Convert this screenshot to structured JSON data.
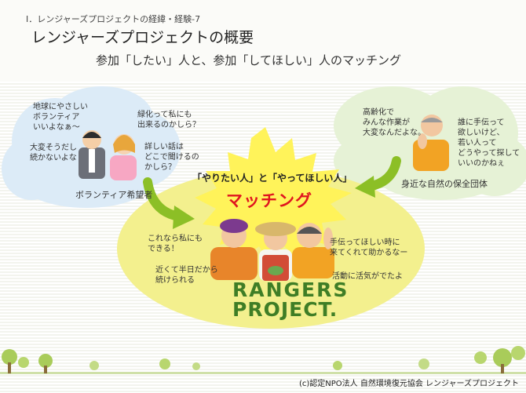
{
  "header": {
    "breadcrumb": "Ⅰ．レンジャーズプロジェクトの経緯・経験-7",
    "title": "レンジャーズプロジェクトの概要",
    "subtitle": "参加「したい」人と、参加「してほしい」人のマッチング"
  },
  "volunteers": {
    "label": "ボランティア希望者",
    "bubbles": [
      {
        "lines": [
          "地球にやさしい",
          "ボランティア",
          "いいよなぁ〜"
        ]
      },
      {
        "lines": [
          "大変そうだし",
          "続かないよな"
        ]
      },
      {
        "lines": [
          "緑化って私にも",
          "出来るのかしら？"
        ]
      },
      {
        "lines": [
          "詳しい話は",
          "どこで聞けるの",
          "かしら？"
        ]
      }
    ]
  },
  "groups": {
    "label": "身近な自然の保全団体",
    "bubbles": [
      {
        "lines": [
          "高齢化で",
          "みんな作業が",
          "大変なんだよな。"
        ]
      },
      {
        "lines": [
          "誰に手伝って",
          "欲しいけど、",
          "若い人って",
          "どうやって探して",
          "いいのかねぇ"
        ]
      }
    ]
  },
  "matching": {
    "headline": "「やりたい人」と「やってほしい人」",
    "title": "マッチング",
    "left_bubbles": [
      {
        "lines": [
          "これなら私にも",
          "できる！"
        ]
      },
      {
        "lines": [
          "近くて半日だから",
          "続けられる"
        ]
      }
    ],
    "right_bubbles": [
      {
        "lines": [
          "手伝ってほしい時に",
          "来てくれて助かるなー"
        ]
      },
      {
        "lines": [
          "活動に活気がでたよ"
        ]
      }
    ]
  },
  "logo": {
    "line1": "RANGERS",
    "line2": "PROJECT."
  },
  "footer": {
    "copyright": "(c)認定NPO法人 自然環境復元協会 レンジャーズプロジェクト"
  },
  "colors": {
    "title_red": "#e0161f",
    "logo_green": "#3f7e26",
    "ellipse_yellow": "#f3f08e",
    "starburst_yellow": "#fff35a",
    "arrow_green": "#8cbf26",
    "cloud_blue": "#dcebf7",
    "cloud_green": "#e6f2d6"
  },
  "icons": [
    "volunteer-people-icon",
    "elderly-man-icon",
    "rangers-group-icon",
    "tree-icon",
    "curved-arrow-icon"
  ]
}
